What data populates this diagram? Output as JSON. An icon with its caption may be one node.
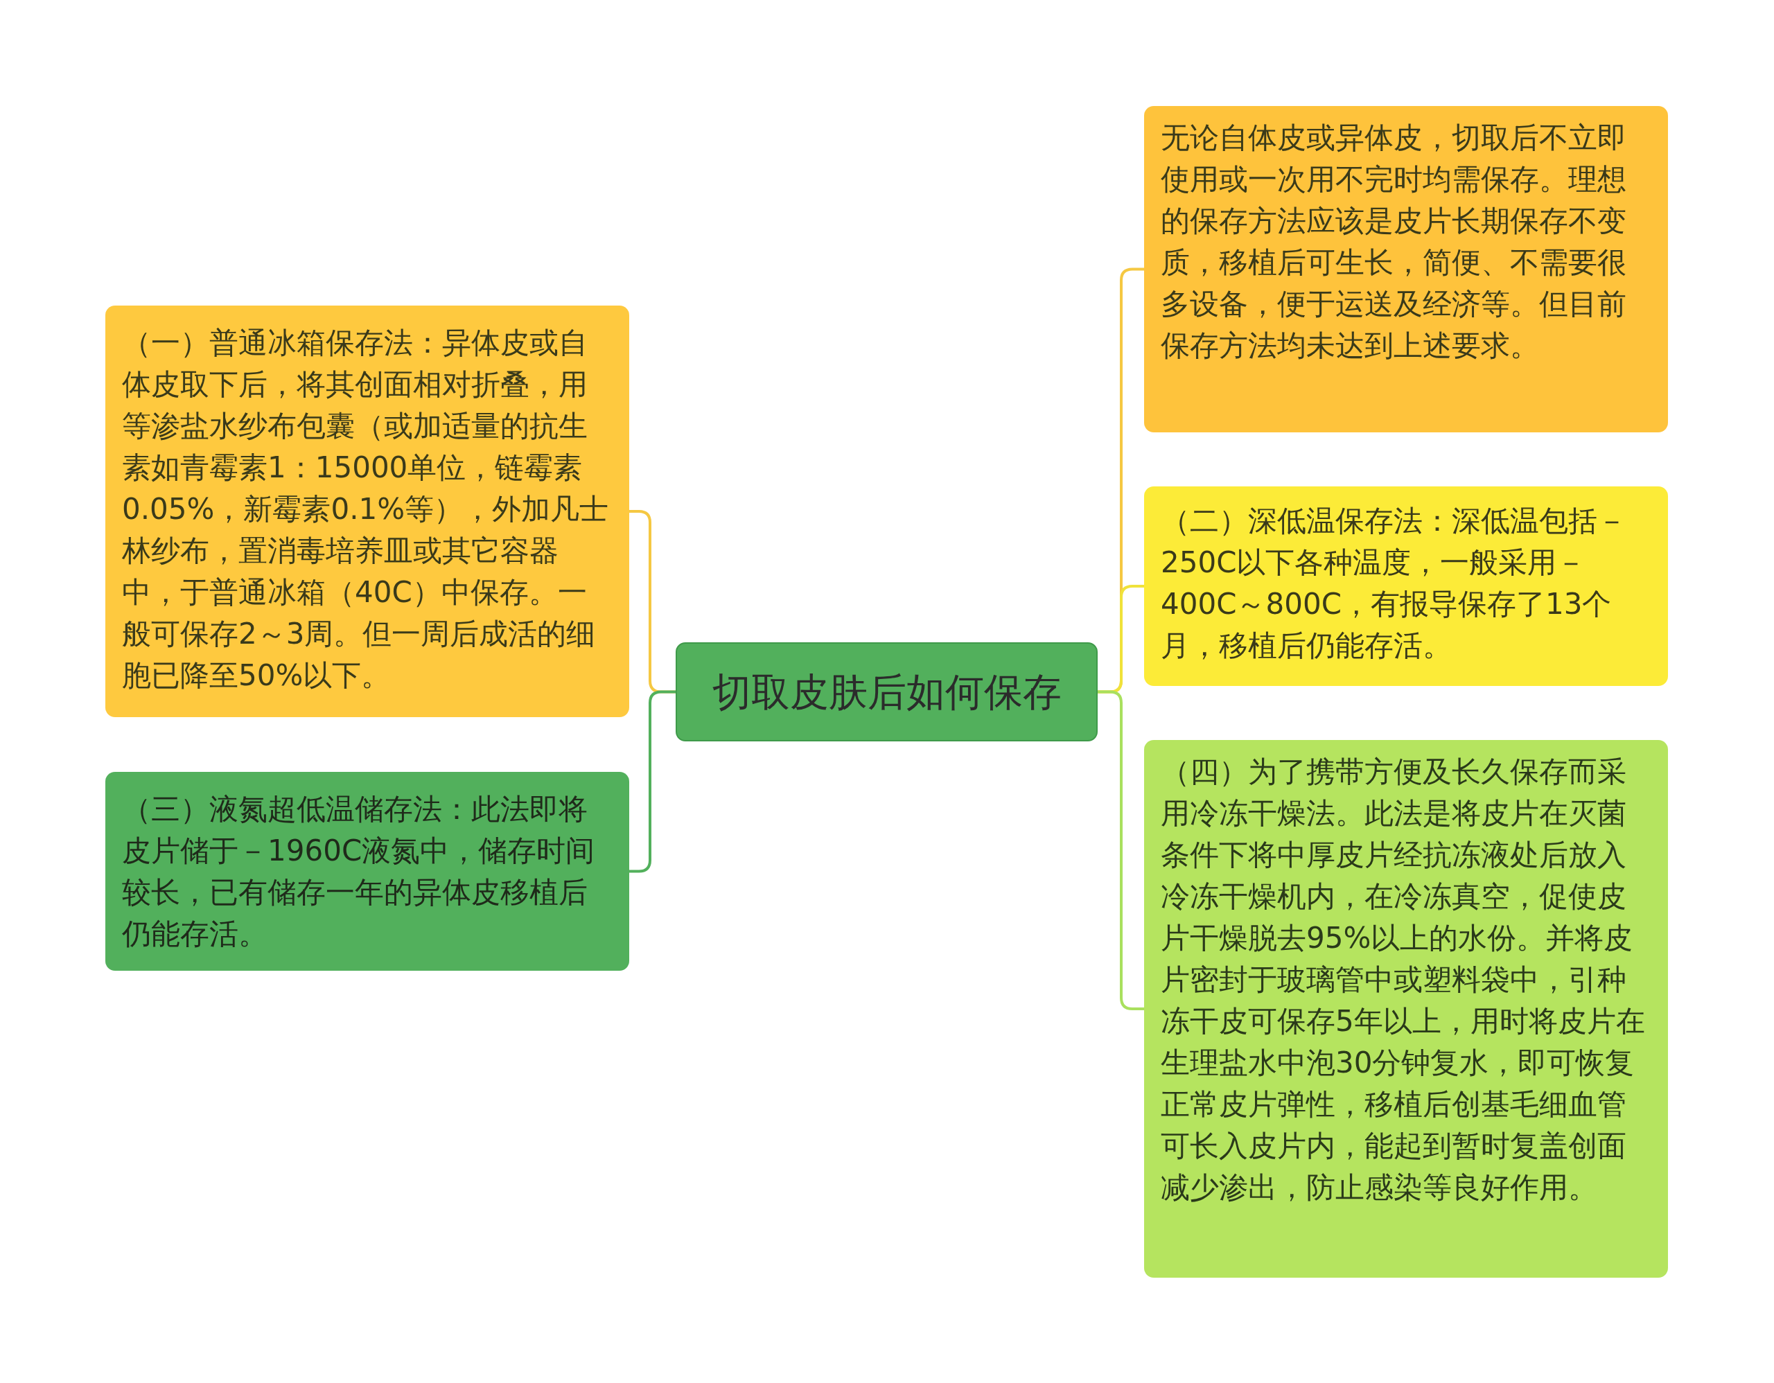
{
  "diagram": {
    "nodes": [
      {
        "text": [
          "切取皮肤后如何保存"
        ]
      },
      {
        "text": [
          "（一）普通冰箱保存法：异体皮或自体皮取下后，将其创面相对折叠，用等渗盐水纱布包囊（或加适量的抗生素如青霉素1：15000单位，链霉素0.05%，新霉素0.1%等），外加凡士林纱布，置消毒培养皿或其它容器中，于普通冰箱（40C）中保存。一般可保存2～3周。但一周后成活的细胞已降至50%以下。"
        ]
      },
      {
        "text": [
          "（三）液氮超低温储存法：此法即将皮片储于－1960C液氮中，储存时间较长，已有储存一年的异体皮移植后仍能存活。"
        ]
      },
      {
        "text": [
          "无论自体皮或异体皮，切取后不立即使用或一次用不完时均需保存。理想的保存方法应该是皮片长期保存不变质，移植后可生长，简便、不需要很多设备，便于运送及经济等。但目前保存方法均未达到上述要求。"
        ]
      },
      {
        "text": [
          "（二）深低温保存法：深低温包括－250C以下各种温度，一般采用－400C～800C，有报导保存了13个月，移植后仍能存活。"
        ]
      },
      {
        "text": [
          "（四）为了携带方便及长久保存而采用冷冻干燥法。此法是将皮片在灭菌条件下将中厚皮片经抗冻液处后放入冷冻干燥机内，在冷冻真空，促使皮片干燥脱去95%以上的水份。并将皮片密封于玻璃管中或塑料袋中，引种冻干皮可保存5年以上，用时将皮片在生理盐水中泡30分钟复水，即可恢复正常皮片弹性，移植后创基毛细血管可长入皮片内，能起到暂时复盖创面减少渗出，防止感染等良好作用。"
        ]
      }
    ],
    "edges": [
      {
        "from": 0,
        "to": 1,
        "arrow": "none",
        "color": "#f5c842"
      },
      {
        "from": 0,
        "to": 2,
        "arrow": "none",
        "color": "#52b05c"
      },
      {
        "from": 0,
        "to": 3,
        "arrow": "none",
        "color": "#f5c842"
      },
      {
        "from": 0,
        "to": 4,
        "arrow": "none",
        "color": "#f0e23a"
      },
      {
        "from": 0,
        "to": 5,
        "arrow": "none",
        "color": "#a9e05e"
      }
    ]
  }
}
